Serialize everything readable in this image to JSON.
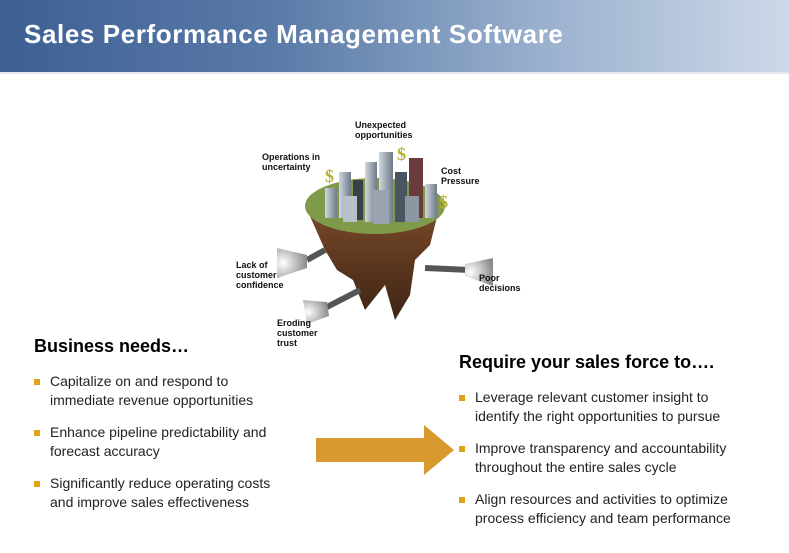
{
  "header": {
    "title": "Sales Performance Management Software"
  },
  "illustration": {
    "labels": {
      "unexpected": [
        "Unexpected",
        "opportunities"
      ],
      "operations": [
        "Operations in",
        "uncertainty"
      ],
      "cost": [
        "Cost",
        "Pressure"
      ],
      "confidence": [
        "Lack of",
        "customer",
        "confidence"
      ],
      "decisions": [
        "Poor",
        "decisions"
      ],
      "trust": [
        "Eroding",
        "customer",
        "trust"
      ]
    }
  },
  "left": {
    "title": "Business needs…",
    "items": [
      [
        "Capitalize on and respond to",
        "immediate revenue opportunities"
      ],
      [
        "Enhance pipeline predictability and",
        "forecast accuracy"
      ],
      [
        "Significantly reduce operating costs",
        "and improve sales effectiveness"
      ]
    ]
  },
  "right": {
    "title": "Require your sales force to….",
    "items": [
      [
        "Leverage relevant customer insight to",
        "identify the right opportunities to pursue"
      ],
      [
        "Improve transparency and accountability",
        "throughout the entire sales cycle"
      ],
      [
        "Align resources and activities to optimize",
        "process efficiency and team performance"
      ]
    ]
  },
  "colors": {
    "accent": "#e0a316",
    "arrow": "#d89a2e",
    "header": "#3d5f93"
  }
}
